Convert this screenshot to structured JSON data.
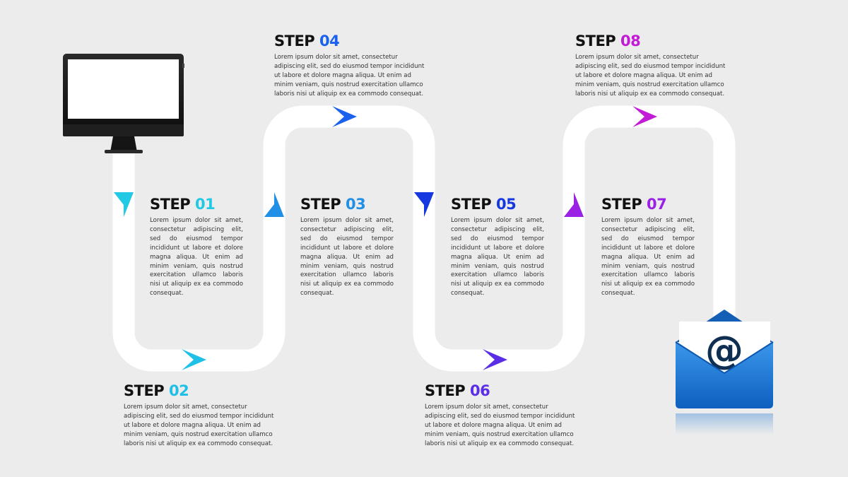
{
  "steps": [
    {
      "word": "STEP",
      "num": "01",
      "color": "#21c9e4",
      "text": "Lorem ipsum dolor sit amet, consectetur adipiscing elit, sed do eiusmod tempor incididunt ut labore et dolore magna aliqua. Ut enim ad minim veniam, quis nostrud exercitation ullamco laboris nisi ut aliquip ex ea commodo consequat."
    },
    {
      "word": "STEP",
      "num": "02",
      "color": "#1ec0e8",
      "text": "Lorem ipsum dolor sit amet, consectetur adipiscing elit, sed do eiusmod tempor incididunt ut labore et dolore magna aliqua. Ut enim ad minim veniam, quis nostrud exercitation ullamco laboris nisi ut aliquip ex ea commodo consequat."
    },
    {
      "word": "STEP",
      "num": "03",
      "color": "#1f90e6",
      "text": "Lorem ipsum dolor sit amet, consectetur adipiscing elit, sed do eiusmod tempor incididunt ut labore et dolore magna aliqua. Ut enim ad minim veniam, quis nostrud exercitation ullamco laboris nisi ut aliquip ex ea commodo consequat."
    },
    {
      "word": "STEP",
      "num": "04",
      "color": "#1a62ee",
      "text": "Lorem ipsum dolor sit amet, consectetur adipiscing elit, sed do eiusmod tempor incididunt ut labore et dolore magna aliqua. Ut enim ad minim veniam, quis nostrud exercitation ullamco laboris nisi ut aliquip ex ea commodo consequat."
    },
    {
      "word": "STEP",
      "num": "05",
      "color": "#1538e0",
      "text": "Lorem ipsum dolor sit amet, consectetur adipiscing elit, sed do eiusmod tempor incididunt ut labore et dolore magna aliqua. Ut enim ad minim veniam, quis nostrud exercitation ullamco laboris nisi ut aliquip ex ea commodo consequat."
    },
    {
      "word": "STEP",
      "num": "06",
      "color": "#5a2ee6",
      "text": "Lorem ipsum dolor sit amet, consectetur adipiscing elit, sed do eiusmod tempor incididunt ut labore et dolore magna aliqua. Ut enim ad minim veniam, quis nostrud exercitation ullamco laboris nisi ut aliquip ex ea commodo consequat."
    },
    {
      "word": "STEP",
      "num": "07",
      "color": "#9a22e4",
      "text": "Lorem ipsum dolor sit amet, consectetur adipiscing elit, sed do eiusmod tempor incididunt ut labore et dolore magna aliqua. Ut enim ad minim veniam, quis nostrud exercitation ullamco laboris nisi ut aliquip ex ea commodo consequat."
    },
    {
      "word": "STEP",
      "num": "08",
      "color": "#c21ad6",
      "text": "Lorem ipsum dolor sit amet, consectetur adipiscing elit, sed do eiusmod tempor incididunt ut labore et dolore magna aliqua. Ut enim ad minim veniam, quis nostrud exercitation ullamco laboris nisi ut aliquip ex ea commodo consequat."
    }
  ],
  "icons": {
    "start": "monitor-icon",
    "end": "email-envelope-icon",
    "email_symbol": "@"
  },
  "colors": {
    "background": "#ececec",
    "path": "#ffffff",
    "envelope": "#1b73d0"
  }
}
